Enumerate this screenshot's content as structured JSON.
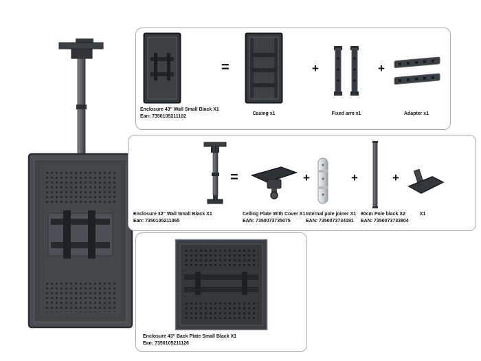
{
  "operators": {
    "equals": "=",
    "plus": "+"
  },
  "bundles": {
    "wall43": {
      "product": {
        "label": "Enclosure 43\" Wall Small Black X1",
        "ean": "Ean: 7350105211102"
      },
      "parts": [
        {
          "label": "Casing x1"
        },
        {
          "label": "Fixed arm x1"
        },
        {
          "label": "Adapter x1"
        }
      ]
    },
    "wall32": {
      "product": {
        "label": "Enclosure 32\" Wall Small Black X1",
        "ean": "Ean: 7350105211065"
      },
      "parts": [
        {
          "label": "Celling Plate With Cover X1",
          "ean": "EAN: 7350073735075"
        },
        {
          "label": "Internal pole joiner X1",
          "ean": "EAN: 7350073734191"
        },
        {
          "label": "80cm Pole black X2",
          "ean": "EAN: 7350073733804"
        },
        {
          "label": "X1",
          "ean": ""
        }
      ]
    },
    "backplate43": {
      "product": {
        "label": "Enclosure 43\" Back Plate Small Black X1",
        "ean": "Ean: 7350105211126"
      }
    }
  }
}
